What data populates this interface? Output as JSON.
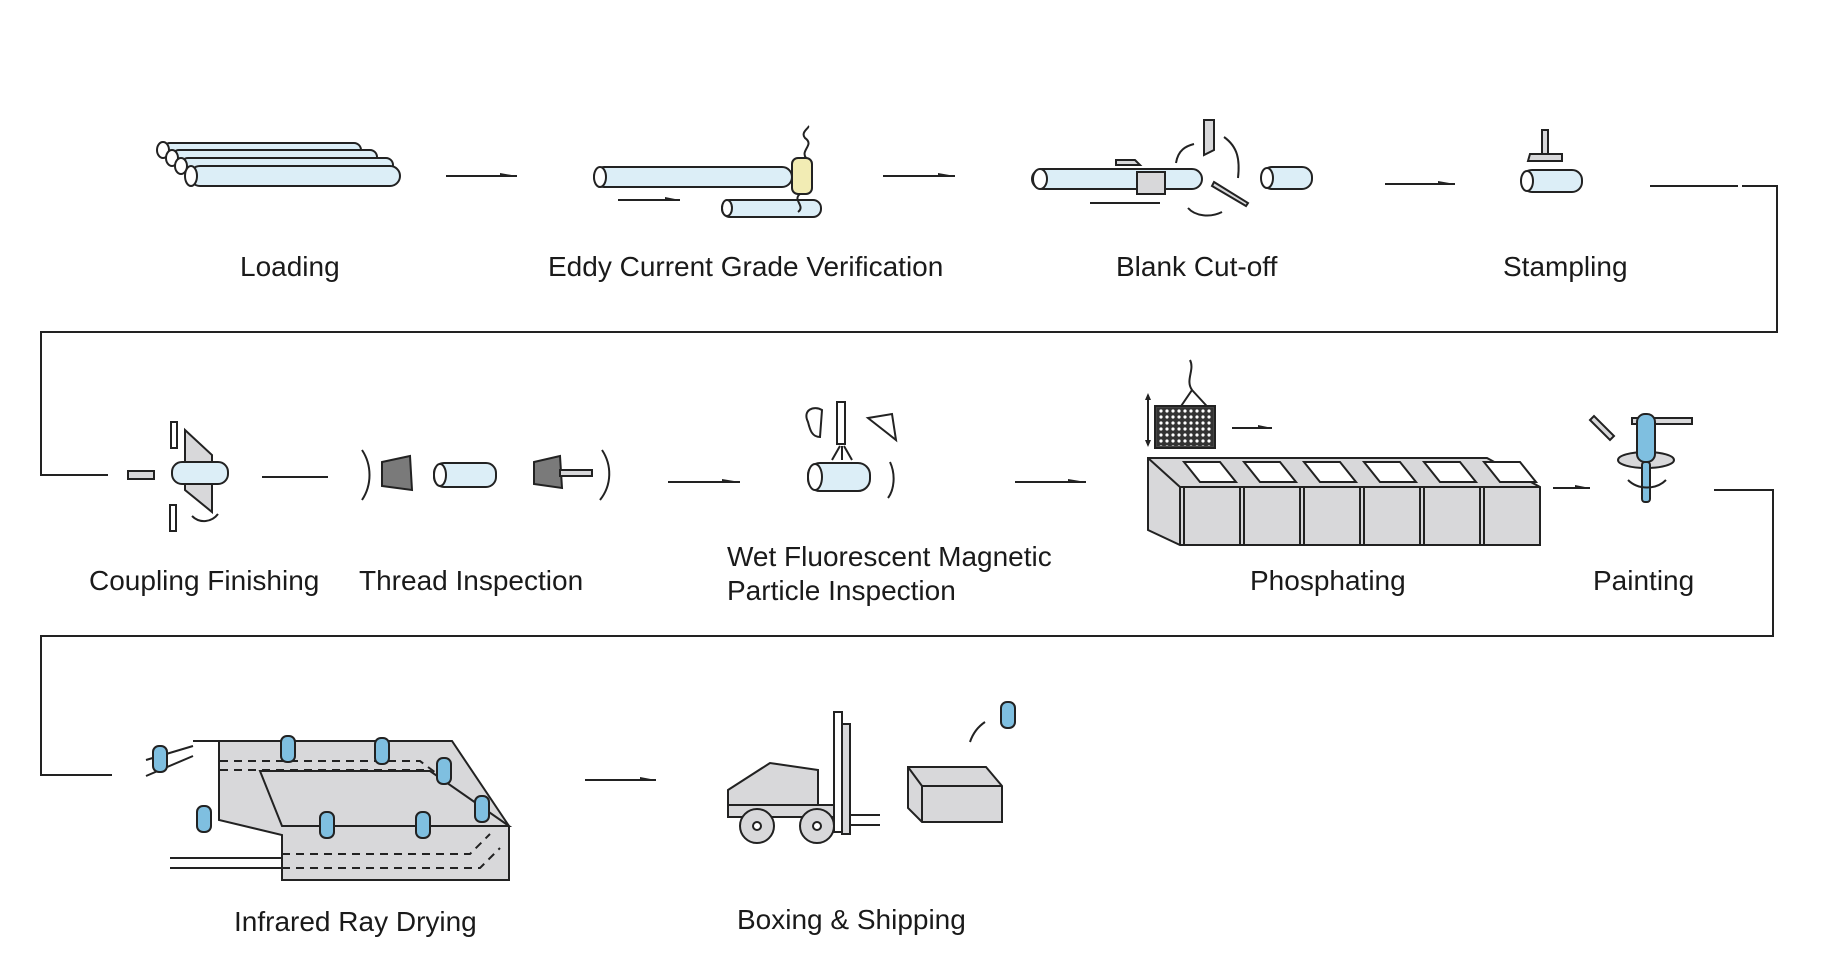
{
  "diagram": {
    "type": "process-flow",
    "steps": [
      {
        "label": "Loading",
        "icon": "pipe-stack-icon"
      },
      {
        "label": "Eddy Current Grade Verification",
        "icon": "eddy-current-coil-icon"
      },
      {
        "label": "Blank Cut-off",
        "icon": "rotary-cutter-icon"
      },
      {
        "label": "Stampling",
        "icon": "stamp-press-icon"
      },
      {
        "label": "Coupling Finishing",
        "icon": "coupling-lathe-icon"
      },
      {
        "label": "Thread Inspection",
        "icon": "thread-gauge-icon"
      },
      {
        "label": "Wet Fluorescent Magnetic",
        "label2": "Particle Inspection",
        "icon": "magnetic-particle-spray-icon"
      },
      {
        "label": "Phosphating",
        "icon": "phosphating-tanks-icon"
      },
      {
        "label": "Painting",
        "icon": "spray-painting-icon"
      },
      {
        "label": "Infrared Ray Drying",
        "icon": "drying-oven-icon"
      },
      {
        "label": "Boxing & Shipping",
        "icon": "forklift-box-icon"
      }
    ],
    "colors": {
      "line": "#222222",
      "tube": "#dceef7",
      "tube_accent": "#8fc7e3",
      "box": "#d8d8da",
      "coil": "#f2ecb4"
    }
  }
}
